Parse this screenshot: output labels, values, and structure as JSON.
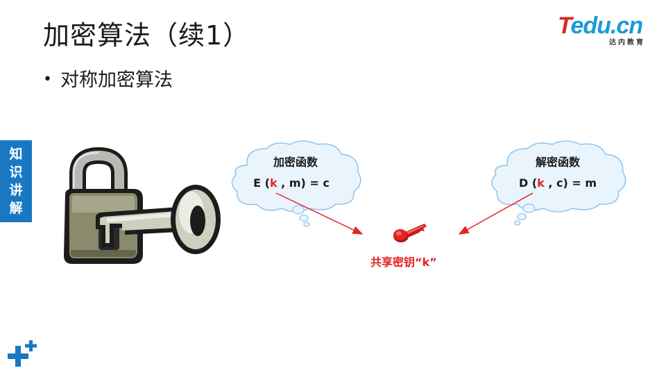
{
  "slide": {
    "title": "加密算法（续1）",
    "bullet": "对称加密算法",
    "side_tab": [
      "知",
      "识",
      "讲",
      "解"
    ]
  },
  "logo": {
    "prefix": "T",
    "brand": "edu.cn",
    "subtitle": "达内教育"
  },
  "encrypt_cloud": {
    "title": "加密函数",
    "formula_prefix": "E (",
    "formula_key": "k",
    "formula_suffix": " , m) = c"
  },
  "decrypt_cloud": {
    "title": "解密函数",
    "formula_prefix": "D (",
    "formula_key": "k",
    "formula_suffix": " , c) = m"
  },
  "shared_key": {
    "label": "共享密钥“k”"
  },
  "colors": {
    "accent_blue": "#1a78c2",
    "key_red": "#e32424",
    "cloud_fill": "#eaf4fd",
    "cloud_stroke": "#8cc4ee"
  },
  "icons": [
    "padlock-with-key-illustration",
    "red-key-icon",
    "plus-decoration-icon"
  ]
}
